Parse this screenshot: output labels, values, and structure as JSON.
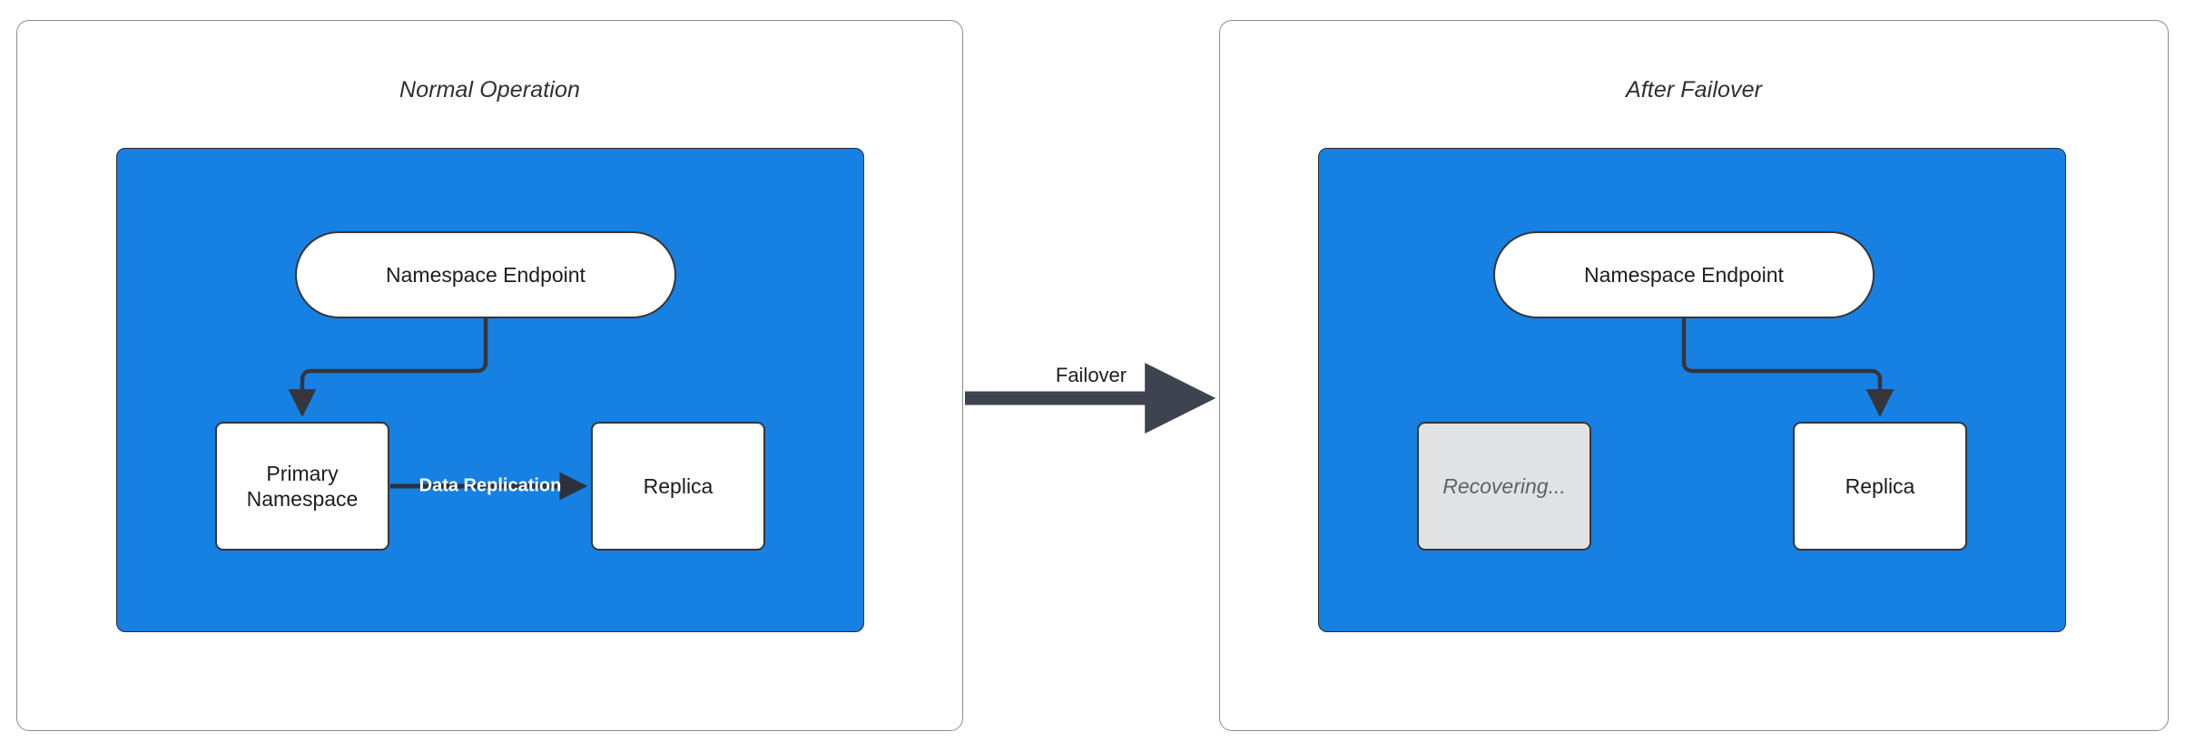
{
  "diagram": {
    "title_hidden": "",
    "colors": {
      "cluster_blue": "#1680e3",
      "node_stroke": "#35353b",
      "panel_border": "#8d8d8d",
      "arrow_dark": "#3d4450",
      "recovering_fill": "#e0e2e4",
      "recovering_text": "#5f6267",
      "label_white": "#ffffff",
      "canvas": "#ffffff"
    }
  },
  "panels": [
    {
      "id": "normal-operation",
      "title": "Normal Operation",
      "nodes": [
        {
          "id": "endpoint-left",
          "label": "Namespace Endpoint",
          "shape": "pill",
          "state": "active"
        },
        {
          "id": "primary",
          "label": "Primary\nNamespace",
          "line1": "Primary",
          "line2": "Namespace",
          "shape": "rect",
          "state": "active"
        },
        {
          "id": "replica-left",
          "label": "Replica",
          "shape": "rect",
          "state": "active"
        }
      ],
      "edges": [
        {
          "id": "endpoint-to-primary",
          "from": "endpoint-left",
          "to": "primary",
          "label": "",
          "style": "elbow-arrow"
        },
        {
          "id": "primary-to-replica",
          "from": "primary",
          "to": "replica-left",
          "label": "Data Replication",
          "style": "straight-arrow"
        }
      ]
    },
    {
      "id": "after-failover",
      "title": "After Failover",
      "nodes": [
        {
          "id": "endpoint-right",
          "label": "Namespace Endpoint",
          "shape": "pill",
          "state": "active"
        },
        {
          "id": "recovering",
          "label": "Recovering...",
          "shape": "rect",
          "state": "recovering"
        },
        {
          "id": "replica-right",
          "label": "Replica",
          "shape": "rect",
          "state": "active"
        }
      ],
      "edges": [
        {
          "id": "endpoint-to-replica",
          "from": "endpoint-right",
          "to": "replica-right",
          "label": "",
          "style": "elbow-arrow"
        }
      ]
    }
  ],
  "transition": {
    "id": "failover-transition",
    "label": "Failover",
    "from_panel": "normal-operation",
    "to_panel": "after-failover"
  }
}
